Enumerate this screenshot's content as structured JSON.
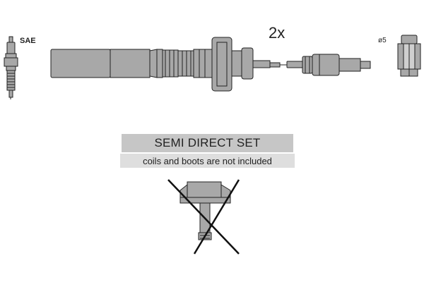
{
  "labels": {
    "standard": "SAE",
    "diameter": "ø5",
    "quantity": "2x"
  },
  "banner": {
    "title": "SEMI DIRECT SET",
    "note": "coils and boots are not included"
  },
  "icons": [
    "spark-plug-icon",
    "ignition-lead-icon",
    "terminal-connector-icon",
    "ignition-coil-crossed-icon"
  ],
  "colors": {
    "part_fill": "#a8a8a8",
    "part_stroke": "#222222",
    "banner_title_bg": "#c6c6c6",
    "banner_note_bg": "#dedede"
  }
}
